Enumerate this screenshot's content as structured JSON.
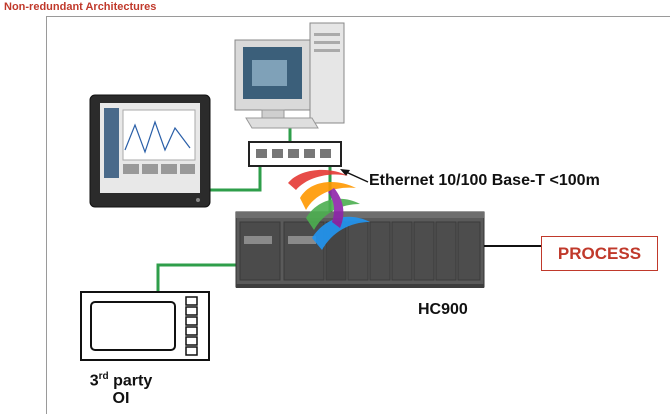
{
  "header": {
    "title": "Non-redundant Architectures"
  },
  "diagram": {
    "ethernet_label": "Ethernet 10/100 Base-T <100m",
    "process_label": "PROCESS",
    "controller_label": "HC900",
    "oi_label_prefix": "3",
    "oi_label_superscript": "rd",
    "oi_label_suffix": " party",
    "oi_label_line2": "OI"
  },
  "colors": {
    "title": "#c0392b",
    "cable": "#2e9e4a",
    "process_box": "#c0392b",
    "controller_body": "#555555"
  }
}
